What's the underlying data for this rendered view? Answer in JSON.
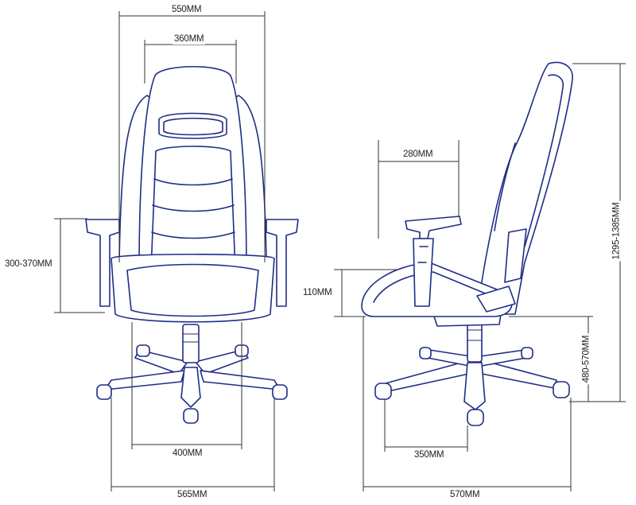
{
  "dimensions": {
    "front_overall_width": "550MM",
    "front_backrest_width": "360MM",
    "front_armrest_height": "300-370MM",
    "front_seat_width": "400MM",
    "front_base_width": "565MM",
    "side_armrest_length": "280MM",
    "side_seat_thickness": "110MM",
    "side_total_height": "1295-1385MM",
    "side_seat_height": "480-570MM",
    "side_seat_depth": "350MM",
    "side_base_depth": "570MM"
  },
  "colors": {
    "outline": "#1f2d86",
    "dimension_line": "#333333"
  }
}
